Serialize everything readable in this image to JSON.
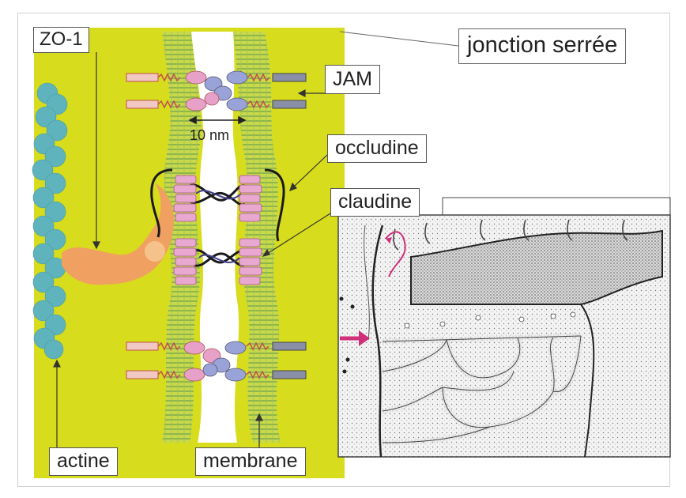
{
  "labels": {
    "zo1": "ZO-1",
    "jam": "JAM",
    "occludine": "occludine",
    "claudine": "claudine",
    "actine": "actine",
    "membrane": "membrane",
    "title": "jonction serrée",
    "scale": "10 nm"
  },
  "colors": {
    "background_yellow": "#d7dd1c",
    "actin": "#5fb3bd",
    "zo1": "#f0a060",
    "membrane_green": "#8fbf5a",
    "claudine": "#e8a8d0",
    "occludine_line": "#1a1a1a",
    "jam_pink": "#e7a0c8",
    "jam_blue": "#9aa3d8",
    "arrow_magenta": "#d0307a"
  }
}
